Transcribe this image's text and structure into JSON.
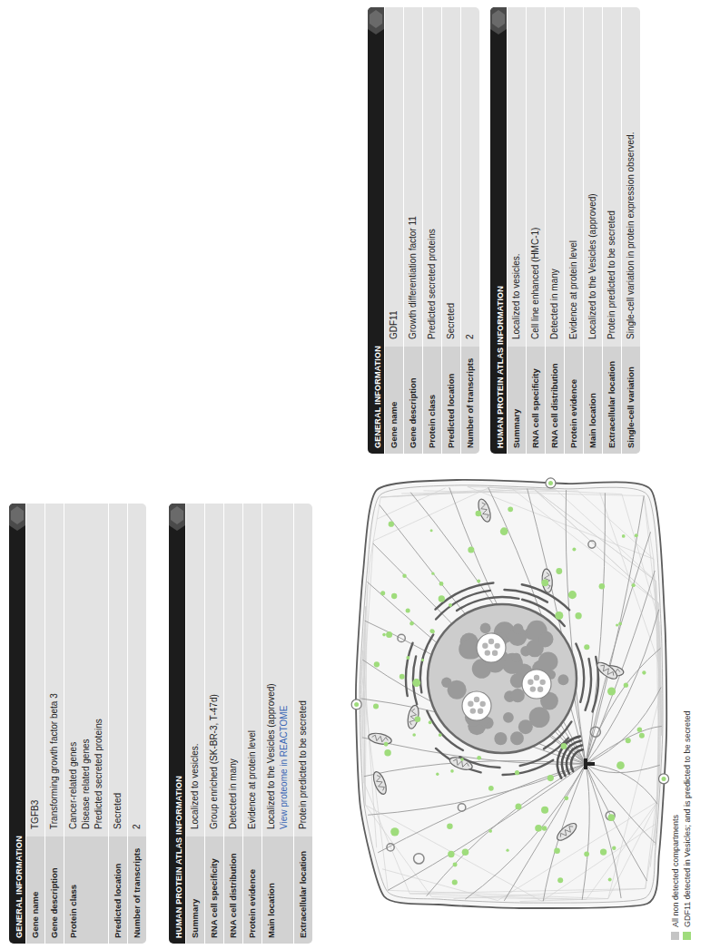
{
  "diagram": {
    "nodes": [
      {
        "text": [
          "GENERAL INFORMATION",
          "Gene name",
          "TGFB3",
          "Gene description",
          "Transforming growth factor beta 3",
          "Protein class",
          "Cancer-related genes",
          "Disease related genes",
          "Predicted secreted proteins",
          "Predicted location",
          "Secreted",
          "Number of transcripts",
          "2"
        ]
      },
      {
        "text": [
          "HUMAN PROTEIN ATLAS INFORMATION",
          "Summary",
          "Localized to vesicles.",
          "RNA cell specificity",
          "Group enriched (SK-BR-3, T-47d)",
          "RNA cell distribution",
          "Detected in many",
          "Protein evidence",
          "Evidence at protein level",
          "Main location",
          "Localized to the Vesicles (approved)",
          "View proteome in REACTOME",
          "Extracellular location",
          "Protein predicted to be secreted"
        ]
      },
      {
        "text": [
          "GENERAL INFORMATION",
          "Gene name",
          "GDF11",
          "Gene description",
          "Growth differentiation factor 11",
          "Protein class",
          "Predicted secreted proteins",
          "Predicted location",
          "Secreted",
          "Number of transcripts",
          "2"
        ]
      },
      {
        "text": [
          "HUMAN PROTEIN ATLAS INFORMATION",
          "Summary",
          "Localized to vesicles.",
          "RNA cell specificity",
          "Cell line enhanced (HMC-1)",
          "RNA cell distribution",
          "Detected in many",
          "Protein evidence",
          "Evidence at protein level",
          "Main location",
          "Localized to the Vesicles (approved)",
          "Extracellular location",
          "Protein predicted to be secreted",
          "Single-cell variation",
          "Single-cell variation in protein expression observed."
        ]
      }
    ],
    "edges": [],
    "legend": [
      {
        "text": "All non detected compartments",
        "color": "#c4c4c4"
      },
      {
        "text": "GDF11 detected in Vesicles; and is predicted to be secreted",
        "color": "#9fdc7c"
      }
    ]
  }
}
